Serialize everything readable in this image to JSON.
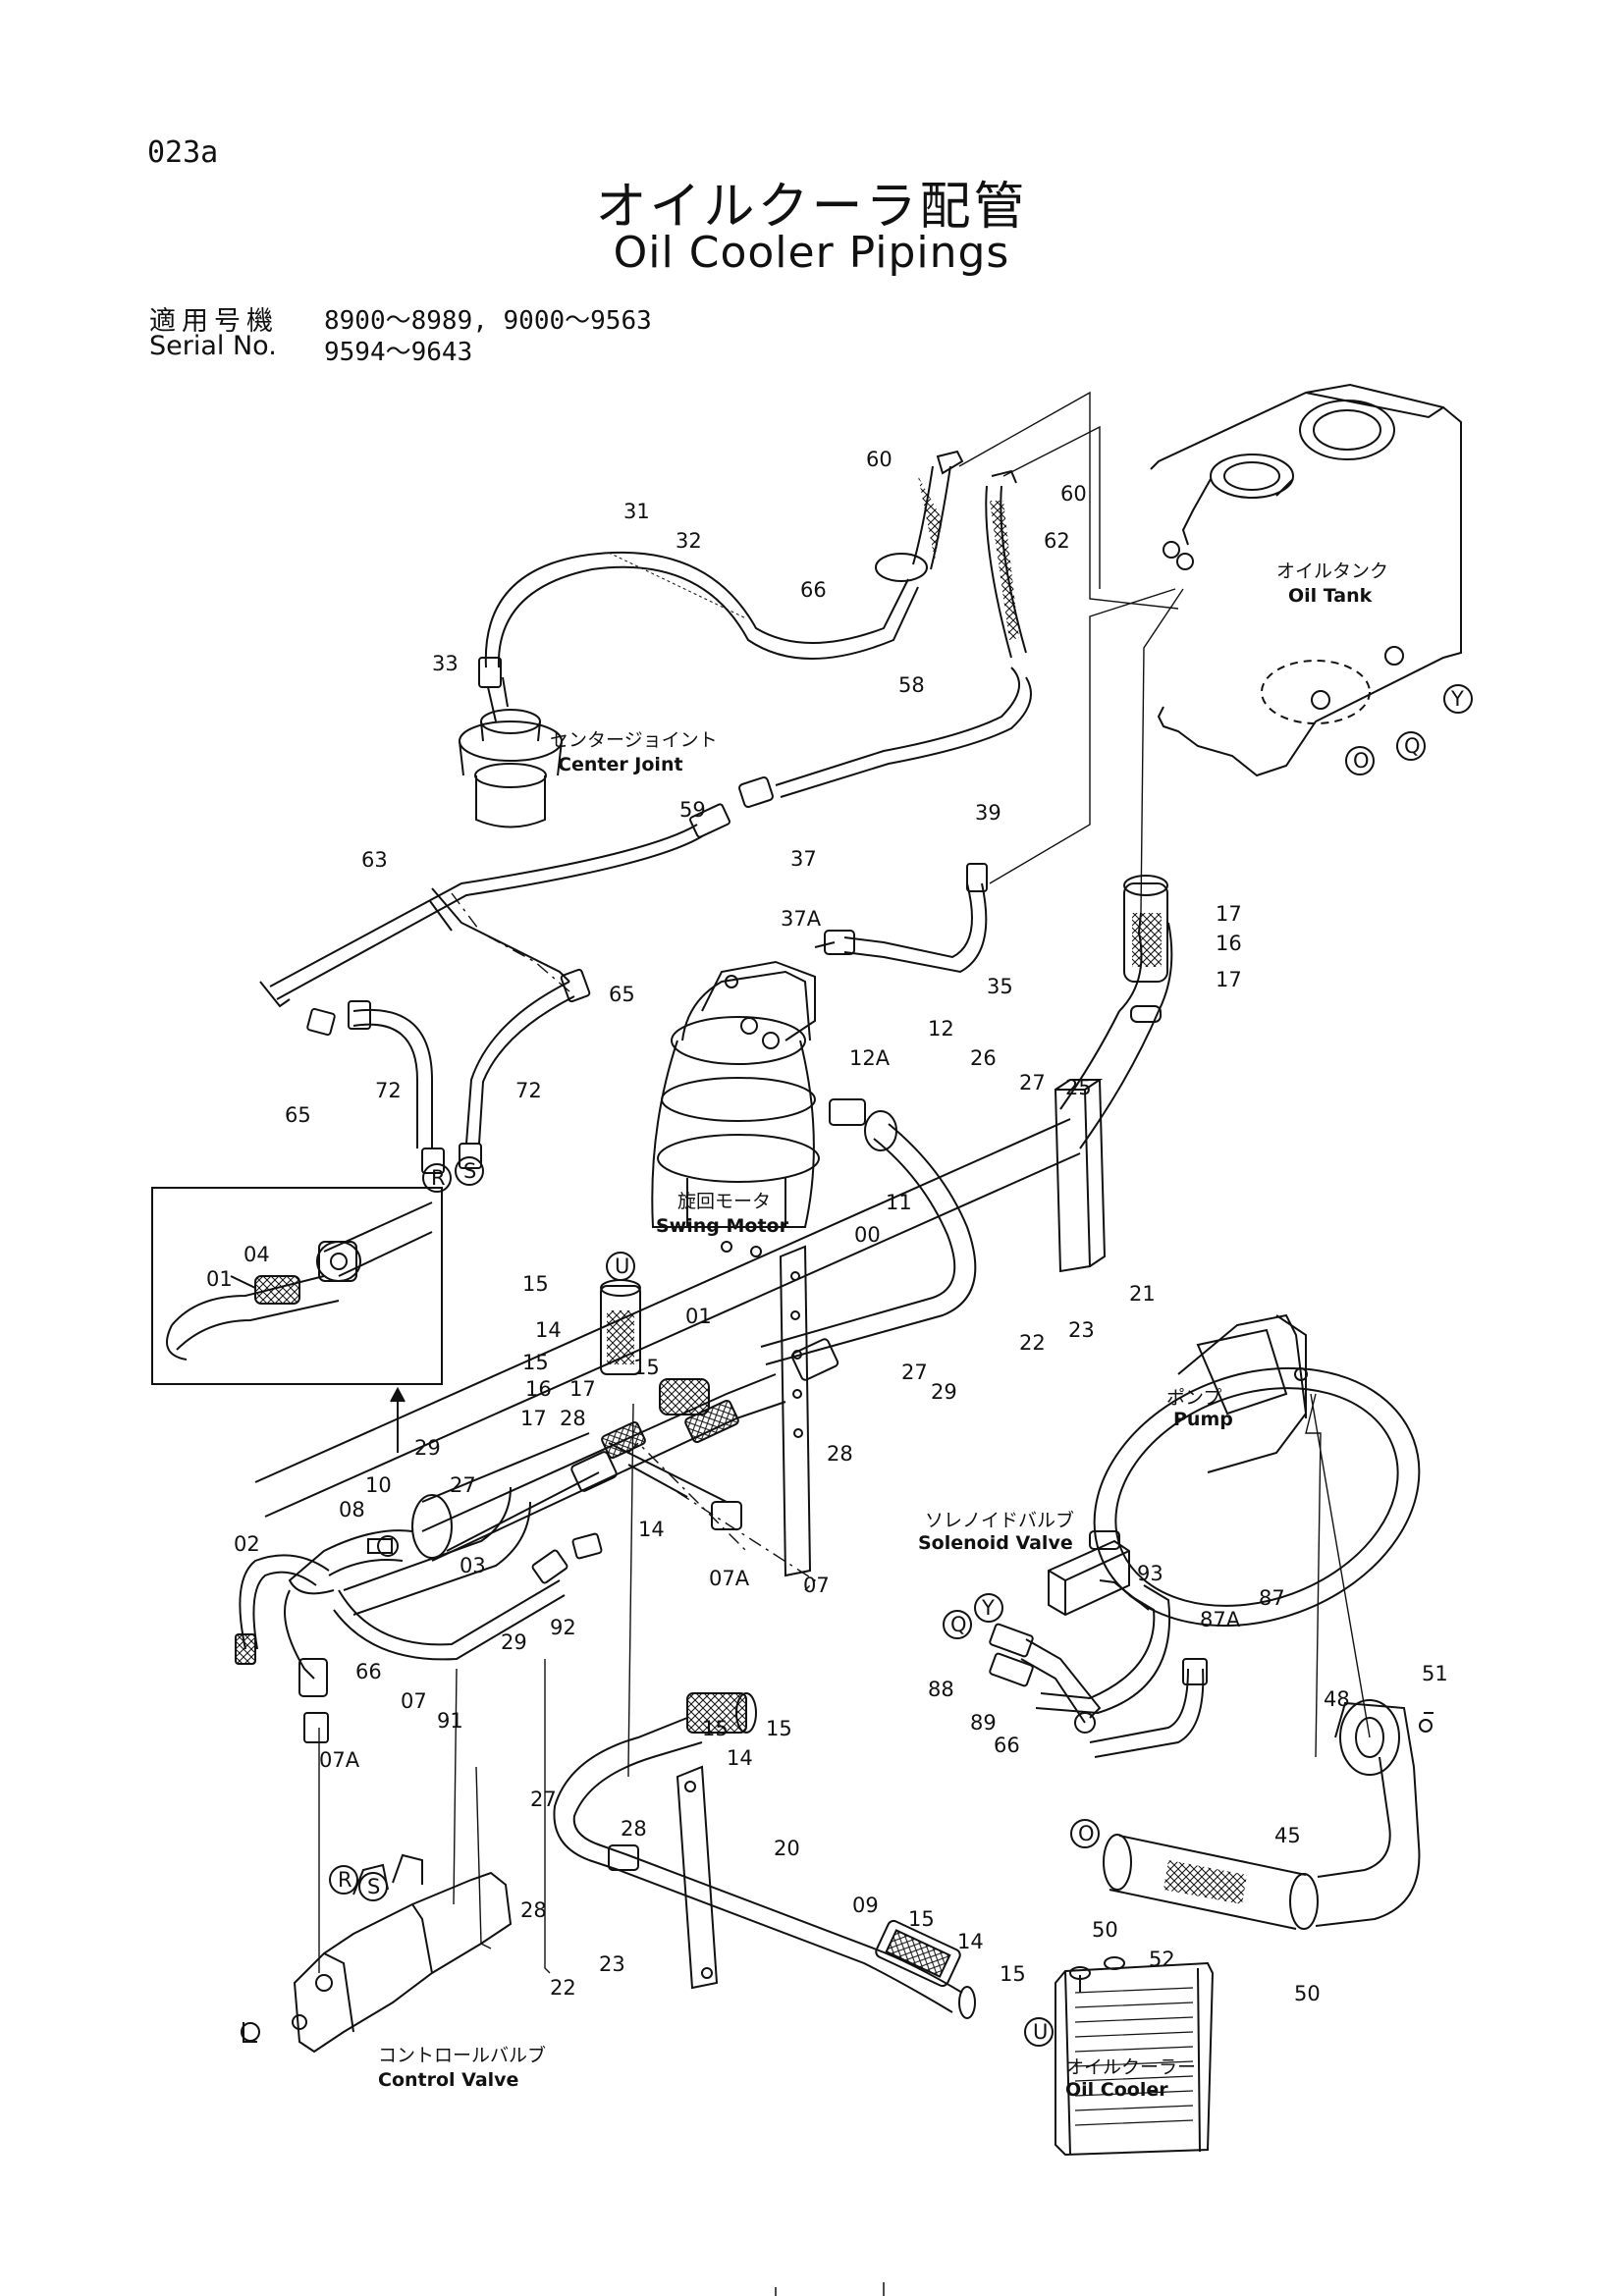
{
  "header": {
    "page_code": "023a",
    "title_ja": "オイルクーラ配管",
    "title_en": "Oil Cooler Pipings",
    "serial_label_ja": "適用号機",
    "serial_label_en": "Serial No.",
    "serial_values_1": "8900～8989, 9000～9563",
    "serial_values_2": "9594～9643"
  },
  "components": {
    "oil_tank_ja": "オイルタンク",
    "oil_tank_en": "Oil  Tank",
    "center_joint_ja": "センタージョイント",
    "center_joint_en": "Center Joint",
    "swing_motor_ja": "旋回モータ",
    "swing_motor_en": "Swing Motor",
    "pump_ja": "ポンプ",
    "pump_en": "Pump",
    "solenoid_valve_ja": "ソレノイドバルブ",
    "solenoid_valve_en": "Solenoid Valve",
    "control_valve_ja": "コントロールバルブ",
    "control_valve_en": "Control Valve",
    "oil_cooler_ja": "オイルクーラー",
    "oil_cooler_en": "Oil Cooler"
  },
  "circle_markers": [
    "R",
    "S",
    "U",
    "Q",
    "Y",
    "O"
  ],
  "part_numbers": {
    "p60a": "60",
    "p60b": "60",
    "p31": "31",
    "p32": "32",
    "p62": "62",
    "p66a": "66",
    "p33": "33",
    "p58": "58",
    "p59": "59",
    "p39": "39",
    "p37": "37",
    "p37a": "37A",
    "p17a": "17",
    "p16a": "16",
    "p17b": "17",
    "p63": "63",
    "p65a": "65",
    "p35": "35",
    "p12": "12",
    "p12a": "12A",
    "p65b": "65",
    "p72a": "72",
    "p72b": "72",
    "p26": "26",
    "p27a": "27",
    "p25": "25",
    "p11": "11",
    "p00": "00",
    "p21": "21",
    "p22a": "22",
    "p23a": "23",
    "p15a": "15",
    "p14a": "14",
    "p15b": "15",
    "p01a": "01",
    "p04": "04",
    "p01b": "01",
    "p27b": "27",
    "p29a": "29",
    "p28a": "28",
    "p16b": "16",
    "p17c": "17",
    "p15c": "15",
    "p28b": "28",
    "p17d": "17",
    "p29b": "29",
    "p27c": "27",
    "p14b": "14",
    "p10": "10",
    "p08": "08",
    "p02": "02",
    "p03": "03",
    "p92": "92",
    "p07a": "07",
    "p07b": "07A",
    "p93": "93",
    "p87": "87",
    "p87a": "87A",
    "p88": "88",
    "p89": "89",
    "p66b": "66",
    "p29c": "29",
    "p66c": "66",
    "p91": "91",
    "p07c": "07",
    "p07d": "07A",
    "p15d": "15",
    "p14c": "14",
    "p15e": "15",
    "p48": "48",
    "p51": "51",
    "p27d": "27",
    "p28c": "28",
    "p20": "20",
    "p45": "45",
    "p28d": "28",
    "p09": "09",
    "p15f": "15",
    "p14d": "14",
    "p15g": "15",
    "p50a": "50",
    "p52": "52",
    "p50b": "50",
    "p23b": "23",
    "p22b": "22"
  },
  "colors": {
    "ink": "#111111",
    "paper": "#ffffff"
  }
}
